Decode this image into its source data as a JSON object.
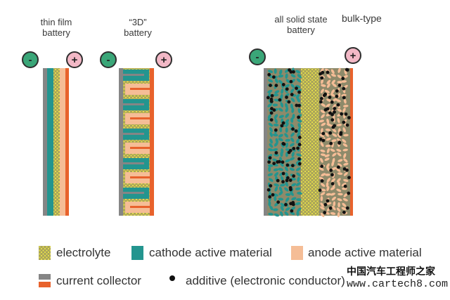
{
  "titles": {
    "thin_film": [
      "thin film",
      "battery"
    ],
    "three_d": [
      "“3D”",
      "battery"
    ],
    "solid_state": [
      "all solid state",
      "battery"
    ],
    "bulk": "bulk-type"
  },
  "terminals": {
    "negative_symbol": "-",
    "positive_symbol": "+"
  },
  "colors": {
    "electrolyte_bg": "#a9a35a",
    "electrolyte_dot": "#e8e24a",
    "cathode": "#23958f",
    "anode": "#f5bd96",
    "collector_neg": "#858585",
    "collector_pos": "#e8622c",
    "additive": "#111111",
    "terminal_neg": "#3aa678",
    "terminal_pos": "#f2b8c6"
  },
  "legend": {
    "electrolyte": "electrolyte",
    "cathode": "cathode active material",
    "anode": "anode active material",
    "collector": "current collector",
    "additive": "additive (electronic conductor)"
  },
  "watermark": {
    "chinese": "中国汽车工程师之家",
    "url": "www.cartech8.com"
  }
}
